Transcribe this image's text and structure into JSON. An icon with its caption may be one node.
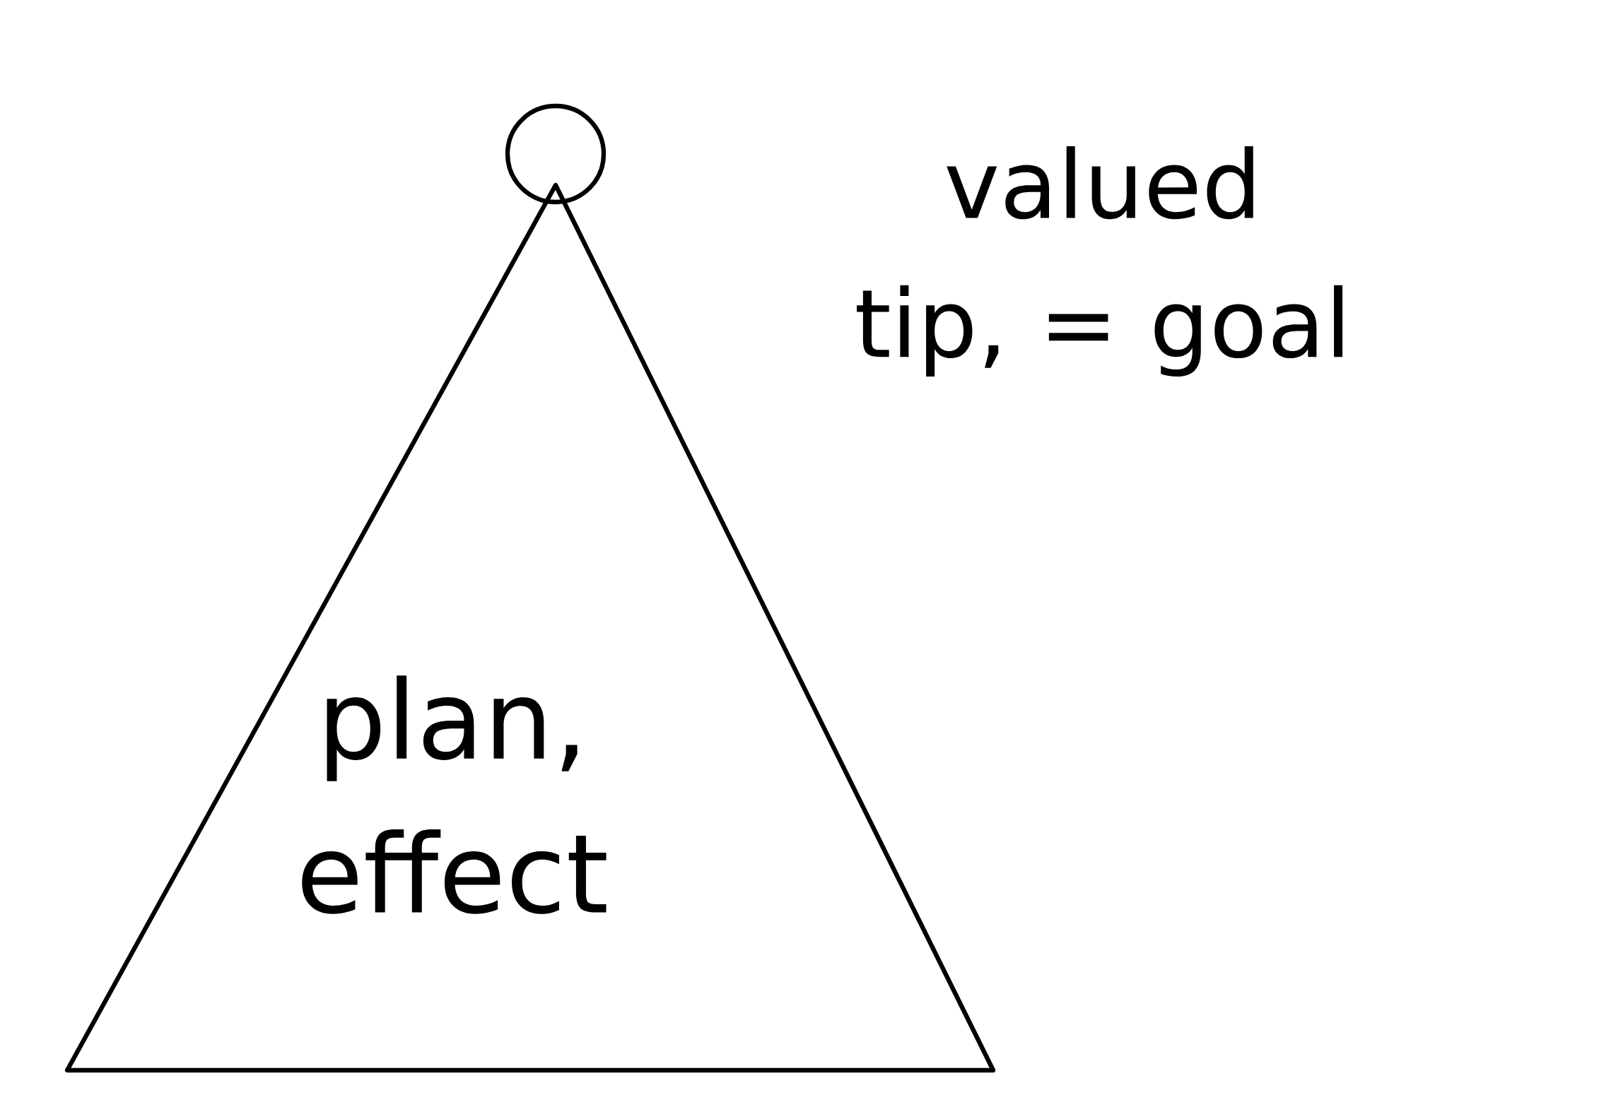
{
  "diagram": {
    "nodes": [
      {
        "text": [
          "plan, effect"
        ]
      },
      {
        "text": [],
        "shape": "circle"
      }
    ],
    "labels": [
      "valued tip, = goal"
    ]
  }
}
